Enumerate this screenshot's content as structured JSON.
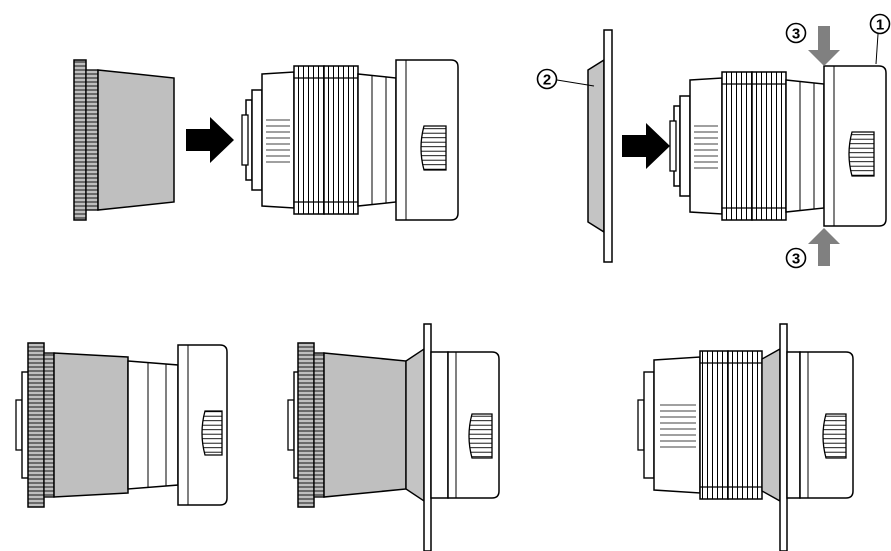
{
  "colors": {
    "line": "#000000",
    "metal": "#ffffff",
    "cap_fill": "#bfbfbf",
    "filter_fill": "#c4c4c4",
    "arrow": "#000000",
    "press_arrow": "#808080"
  },
  "callouts": {
    "lens_hood": "1",
    "filter_sheet": "2",
    "press_point": "3"
  }
}
